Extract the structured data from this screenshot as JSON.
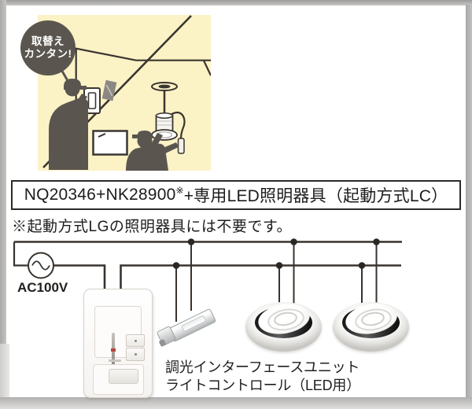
{
  "illustration": {
    "bubble": {
      "line1": "取替え",
      "line2": "カンタン!"
    }
  },
  "model_box": {
    "code_prefix": "NQ20346+NK28900",
    "superscript": "※",
    "code_suffix": "+専用LED照明器具（起動方式LC）"
  },
  "note": {
    "text": "※起動方式LGの照明器具には不要です。"
  },
  "wiring_diagram": {
    "power_source_label": "AC100V",
    "caption_line1": "調光インターフェースユニット",
    "caption_line2": "ライトコントロール（LED用）"
  },
  "colors": {
    "illustration_background": "#fbf2c6",
    "bubble_gray": "#5a564f",
    "line_art": "#3a352f",
    "wire": "#38332e",
    "text": "#1c1c1c",
    "slider_indicator_red": "#c2413b"
  }
}
